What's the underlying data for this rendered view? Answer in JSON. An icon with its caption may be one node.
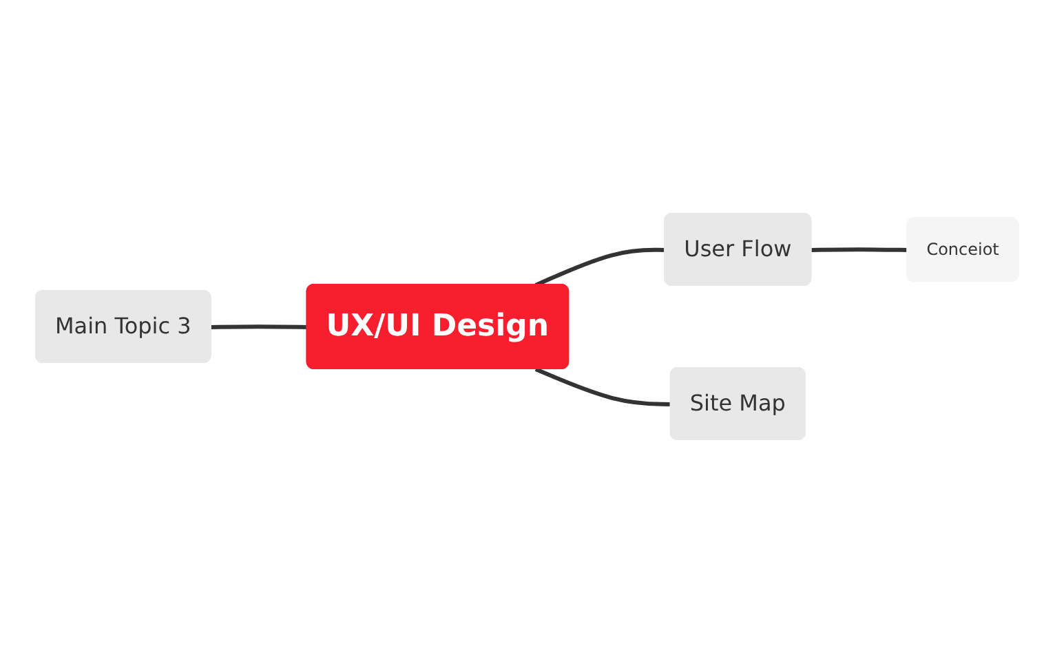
{
  "diagram": {
    "nodes": [
      {
        "text": [
          "UX/UI Design"
        ]
      },
      {
        "text": [
          "User Flow"
        ]
      },
      {
        "text": [
          "Conceiot"
        ]
      },
      {
        "text": [
          "Site Map"
        ]
      },
      {
        "text": [
          "Main Topic 3"
        ]
      }
    ],
    "edges": [
      {
        "from": 4,
        "to": 0,
        "arrow": "none"
      },
      {
        "from": 0,
        "to": 1,
        "arrow": "none"
      },
      {
        "from": 1,
        "to": 2,
        "arrow": "none"
      },
      {
        "from": 0,
        "to": 3,
        "arrow": "none"
      }
    ]
  }
}
